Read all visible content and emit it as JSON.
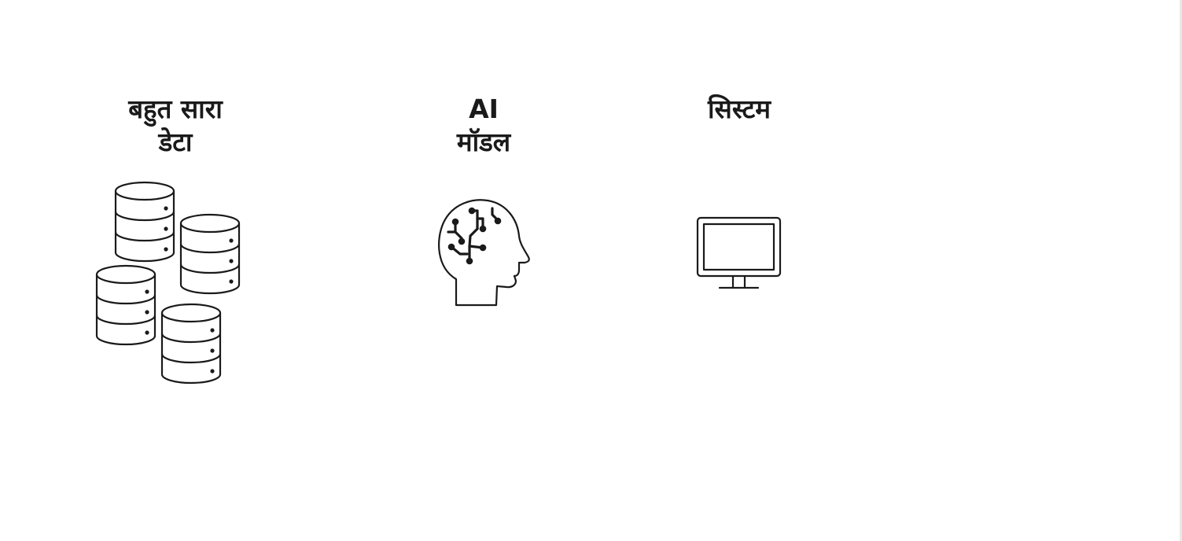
{
  "items": [
    {
      "label": "बहुत सारा\nडेटा",
      "icon": "database-stack-icon"
    },
    {
      "label": "AI\nमॉडल",
      "icon": "ai-head-circuit-icon"
    },
    {
      "label": "सिस्टम",
      "icon": "monitor-icon"
    }
  ],
  "colors": {
    "background": "#ffffff",
    "foreground": "#1a1a1a"
  }
}
